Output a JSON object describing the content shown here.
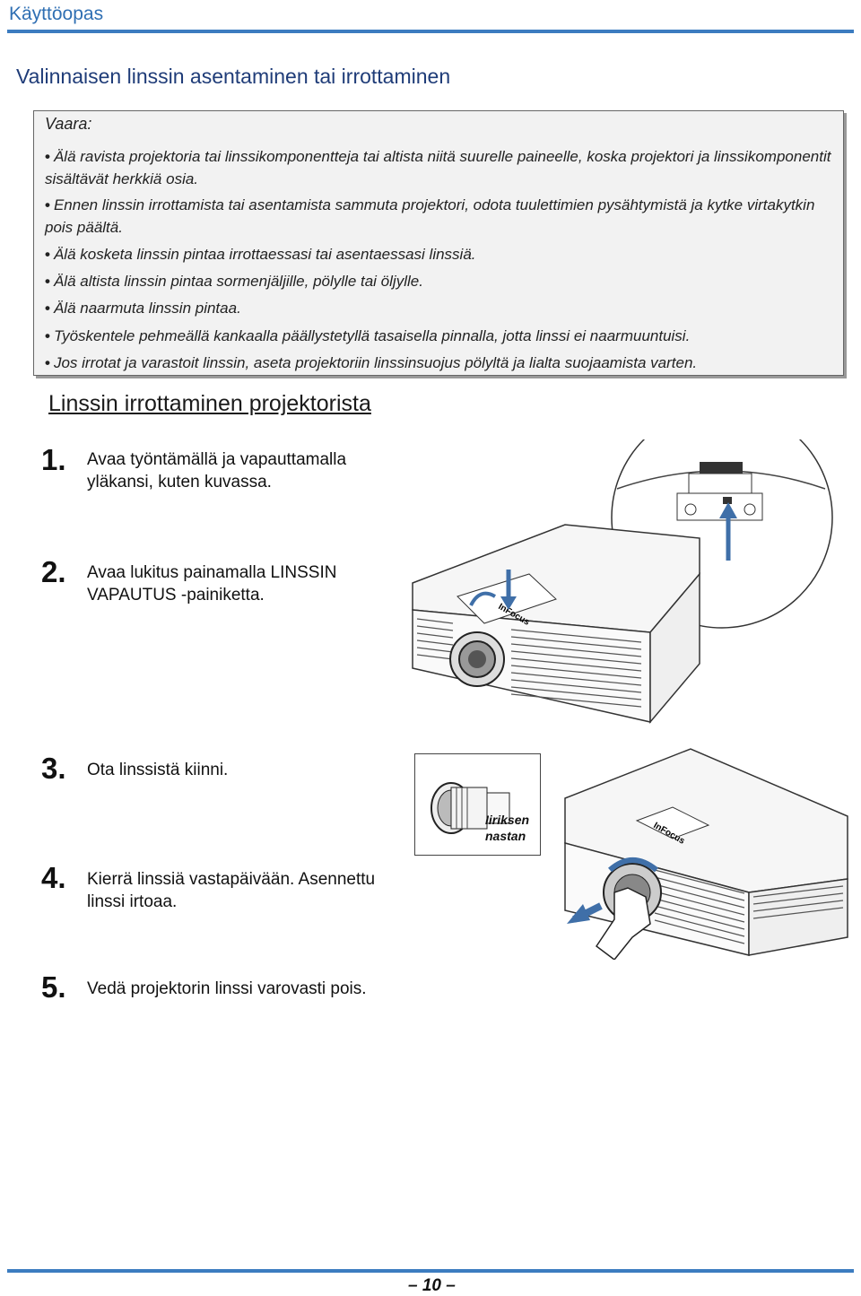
{
  "header": {
    "title": "Käyttöopas"
  },
  "section": {
    "title": "Valinnaisen linssin asentaminen tai irrottaminen"
  },
  "warning": {
    "heading": "Vaara:",
    "items": [
      "Älä ravista projektoria tai linssikomponentteja tai altista niitä suurelle paineelle, koska projektori ja linssikomponentit sisältävät herkkiä osia.",
      "Ennen linssin irrottamista tai asentamista sammuta projektori, odota tuulettimien pysähtymistä ja kytke virtakytkin pois päältä.",
      "Älä kosketa linssin pintaa irrottaessasi tai asentaessasi linssiä.",
      "Älä altista linssin pintaa sormenjäljille, pölylle tai öljylle.",
      "Älä naarmuta linssin pintaa.",
      "Työskentele pehmeällä kankaalla päällystetyllä tasaisella pinnalla, jotta linssi ei naarmuuntuisi.",
      "Jos irrotat ja varastoit linssin, aseta projektoriin linssinsuojus pölyltä ja lialta suojaamista varten."
    ]
  },
  "subsection": {
    "title": "Linssin irrottaminen projektorista"
  },
  "steps": [
    {
      "number": "1.",
      "text": "Avaa työntämällä ja vapauttamalla yläkansi, kuten kuvassa."
    },
    {
      "number": "2.",
      "text": "Avaa lukitus painamalla LINSSIN VAPAUTUS -painiketta."
    },
    {
      "number": "3.",
      "text": "Ota linssistä kiinni."
    },
    {
      "number": "4.",
      "text": "Kierrä linssiä vastapäivään. Asennettu linssi irtoaa."
    },
    {
      "number": "5.",
      "text": "Vedä projektorin linssi varovasti pois."
    }
  ],
  "illustrations": {
    "callout_label": "Iiriksen nastan",
    "brand_marks": [
      "InFocus",
      "InFocus"
    ],
    "icons": [
      "projector-illustration",
      "lens-illustration",
      "hand-icon",
      "arrow-up-icon",
      "arrow-down-icon",
      "rotate-arrow-icon"
    ]
  },
  "footer": {
    "page": "– 10 –"
  },
  "colors": {
    "accent": "#3c7cc0",
    "title": "#1f3c78",
    "arrow": "#3f6fa8"
  }
}
